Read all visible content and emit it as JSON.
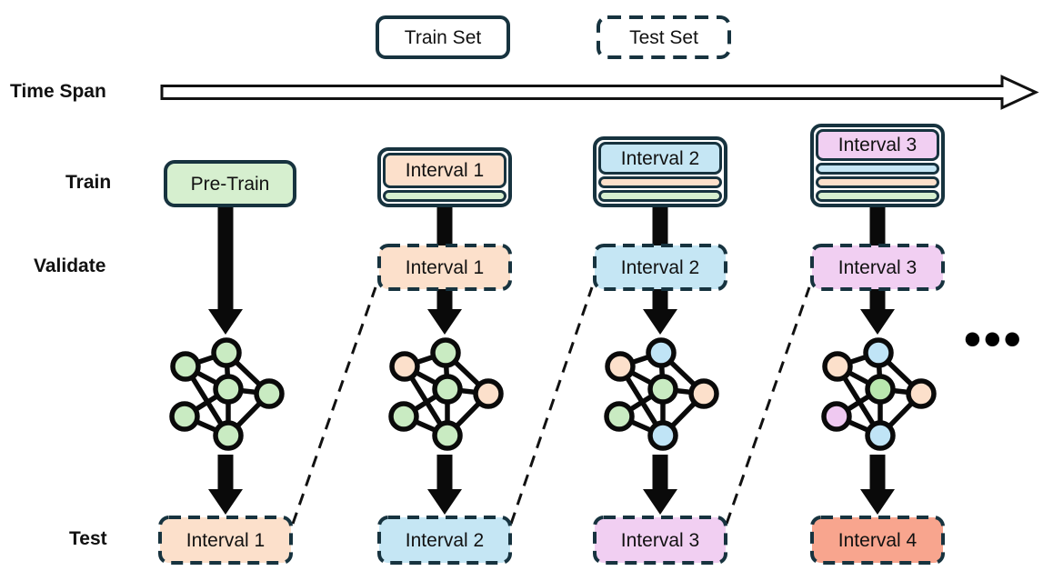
{
  "legend": {
    "train_set": "Train Set",
    "test_set": "Test Set"
  },
  "timeline_label": "Time Span",
  "row_labels": {
    "train": "Train",
    "validate": "Validate",
    "test": "Test"
  },
  "ellipsis_icon": "•••",
  "palette": {
    "border_navy": "#17333f",
    "arrow_black": "#0a0a0a",
    "green": "#d6efcf",
    "peach": "#fce0cb",
    "blue": "#c5e6f4",
    "purple": "#f1cff2",
    "salmon": "#f8a58e"
  },
  "columns": [
    {
      "train": {
        "label": "Pre-Train",
        "color": "#d6efcf",
        "stack": []
      },
      "test": {
        "label": "Interval 1",
        "color": "#fce0cb"
      },
      "nn": {
        "top": "#c9ebc2",
        "upper_left": "#c9ebc2",
        "center": "#c9ebc2",
        "right": "#c9ebc2",
        "lower_left": "#c9ebc2",
        "bottom": "#c9ebc2"
      }
    },
    {
      "train": {
        "label": "Interval 1",
        "color": "#fce0cb",
        "stack": [
          {
            "color": "#d6efcf"
          }
        ]
      },
      "validate": {
        "label": "Interval 1",
        "color": "#fce0cb"
      },
      "test": {
        "label": "Interval 2",
        "color": "#c5e6f4"
      },
      "nn": {
        "top": "#c9ebc2",
        "upper_left": "#fce0cb",
        "center": "#c9ebc2",
        "right": "#fce0cb",
        "lower_left": "#c9ebc2",
        "bottom": "#c9ebc2"
      }
    },
    {
      "train": {
        "label": "Interval 2",
        "color": "#c5e6f4",
        "stack": [
          {
            "color": "#fce0cb"
          },
          {
            "color": "#d6efcf"
          }
        ]
      },
      "validate": {
        "label": "Interval 2",
        "color": "#c5e6f4"
      },
      "test": {
        "label": "Interval 3",
        "color": "#f1cff2"
      },
      "nn": {
        "top": "#c0e4f6",
        "upper_left": "#fce0cb",
        "center": "#c9ebc2",
        "right": "#fce0cb",
        "lower_left": "#c9ebc2",
        "bottom": "#c0e4f6"
      }
    },
    {
      "train": {
        "label": "Interval 3",
        "color": "#f1cff2",
        "stack": [
          {
            "color": "#c5e6f4"
          },
          {
            "color": "#fce0cb"
          },
          {
            "color": "#d6efcf"
          }
        ]
      },
      "validate": {
        "label": "Interval 3",
        "color": "#f1cff2"
      },
      "test": {
        "label": "Interval 4",
        "color": "#f8a58e"
      },
      "nn": {
        "top": "#c0e4f6",
        "upper_left": "#fce0cb",
        "center": "#b9e7ae",
        "right": "#fce0cb",
        "lower_left": "#efc9f1",
        "bottom": "#c0e4f6"
      }
    }
  ]
}
